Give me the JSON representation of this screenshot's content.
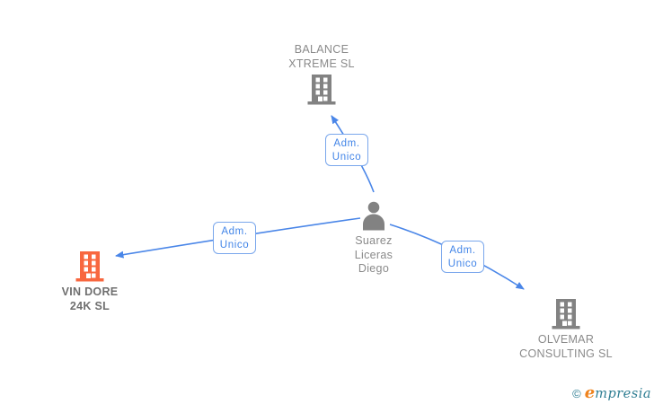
{
  "diagram_type": "company-administrator-network",
  "nodes": {
    "balance": {
      "type": "company",
      "line1": "BALANCE",
      "line2": "XTREME SL",
      "icon": "building-icon",
      "icon_color": "#828282"
    },
    "person": {
      "type": "person",
      "line1": "Suarez",
      "line2": "Liceras",
      "line3": "Diego",
      "icon": "person-icon",
      "icon_color": "#828282"
    },
    "vindore": {
      "type": "company",
      "line1": "VIN DORE",
      "line2": "24K SL",
      "icon": "building-icon",
      "icon_color": "#f8673f",
      "highlighted": true
    },
    "olvemar": {
      "type": "company",
      "line1": "OLVEMAR",
      "line2": "CONSULTING SL",
      "icon": "building-icon",
      "icon_color": "#828282"
    }
  },
  "edges": {
    "to_balance": {
      "from": "person",
      "to": "balance",
      "role": "Adm. Unico",
      "label_line1": "Adm.",
      "label_line2": "Unico"
    },
    "to_vindore": {
      "from": "person",
      "to": "vindore",
      "role": "Adm. Unico",
      "label_line1": "Adm.",
      "label_line2": "Unico"
    },
    "to_olvemar": {
      "from": "person",
      "to": "olvemar",
      "role": "Adm. Unico",
      "label_line1": "Adm.",
      "label_line2": "Unico"
    }
  },
  "colors": {
    "edge_blue": "#4a86e8",
    "label_border_blue": "#7aa7ec",
    "label_text_blue": "#4285e8",
    "icon_gray": "#828282",
    "text_gray": "#8a8a8a",
    "highlight_orange": "#f8673f",
    "brand_teal": "#2e7d92",
    "brand_orange": "#ef831d"
  },
  "watermark": {
    "copyright_symbol": "©",
    "brand_initial": "e",
    "brand_rest": "mpresia",
    "brand_full": "Empresia"
  }
}
